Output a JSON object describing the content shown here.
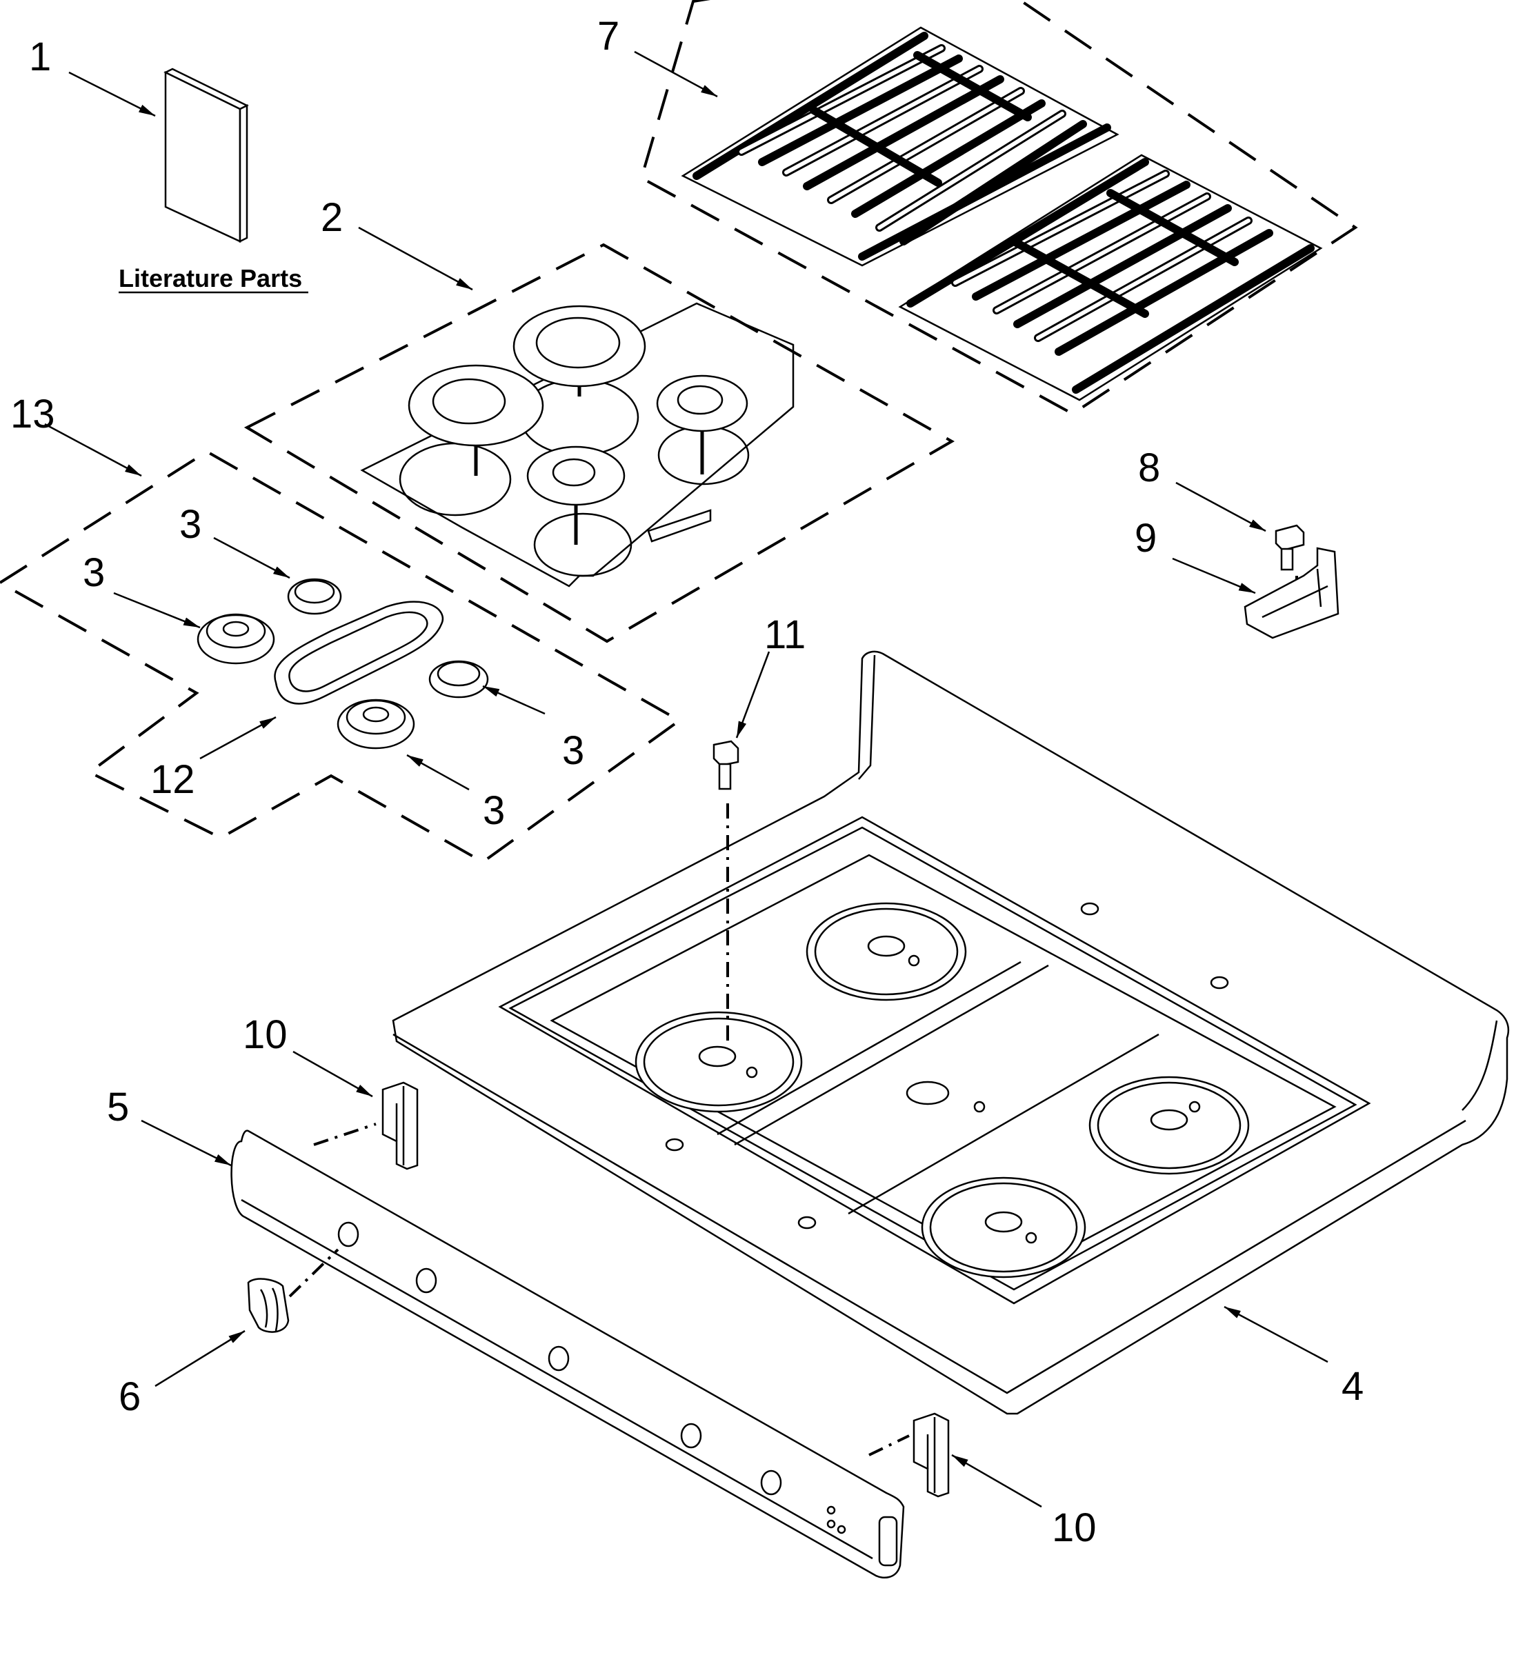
{
  "diagram": {
    "literature_label": "Literature Parts",
    "callouts": {
      "c1": "1",
      "c2": "2",
      "c3a": "3",
      "c3b": "3",
      "c3c": "3",
      "c3d": "3",
      "c4": "4",
      "c5": "5",
      "c6": "6",
      "c7": "7",
      "c8": "8",
      "c9": "9",
      "c10a": "10",
      "c10b": "10",
      "c11": "11",
      "c12": "12",
      "c13": "13"
    }
  }
}
